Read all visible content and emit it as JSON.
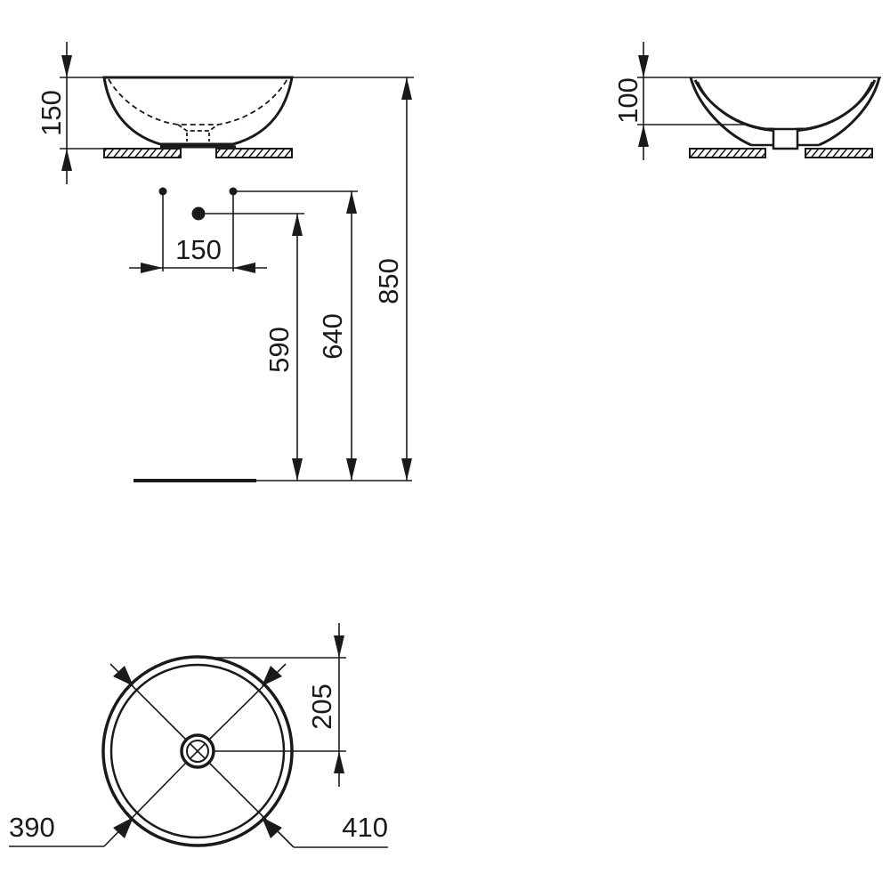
{
  "drawing": {
    "type": "technical drawing — countertop vessel washbasin",
    "line_color": "#1a1a1a",
    "background": "#ffffff"
  },
  "side_view": {
    "basin_height_label": "150",
    "tap_spacing_label": "150",
    "drain_height_label": "590",
    "tap_height_label": "640",
    "rim_height_label": "850"
  },
  "section_view": {
    "inner_depth_label": "100"
  },
  "plan_view": {
    "center_offset_label": "205",
    "inner_diameter_label": "390",
    "outer_diameter_label": "410"
  }
}
